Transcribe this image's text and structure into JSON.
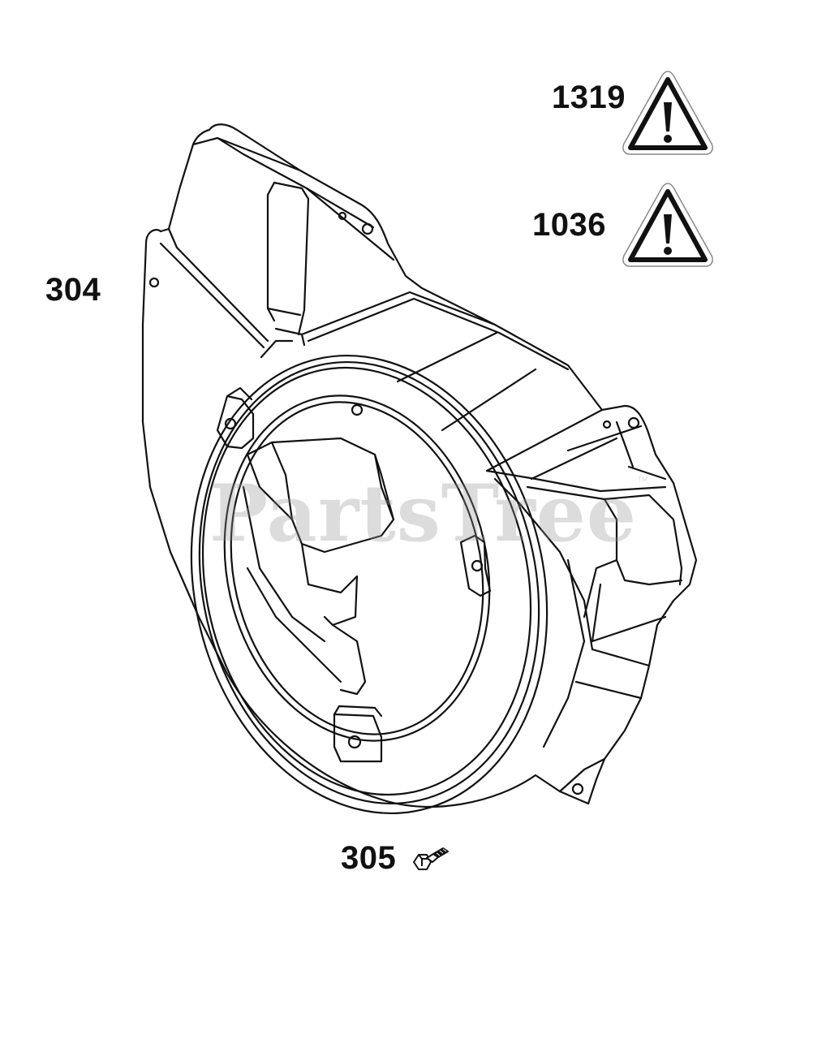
{
  "diagram": {
    "parts": [
      {
        "id": "1319",
        "label": "1319",
        "icon": "warning-triangle-icon"
      },
      {
        "id": "1036",
        "label": "1036",
        "icon": "warning-triangle-icon"
      },
      {
        "id": "304",
        "label": "304",
        "description_icon": "blower-housing"
      },
      {
        "id": "305",
        "label": "305",
        "icon": "bolt-icon"
      }
    ],
    "watermark": "PartsTree",
    "watermark_mark": "™"
  },
  "colors": {
    "line": "#111111",
    "background": "#ffffff",
    "watermark": "#969696"
  }
}
